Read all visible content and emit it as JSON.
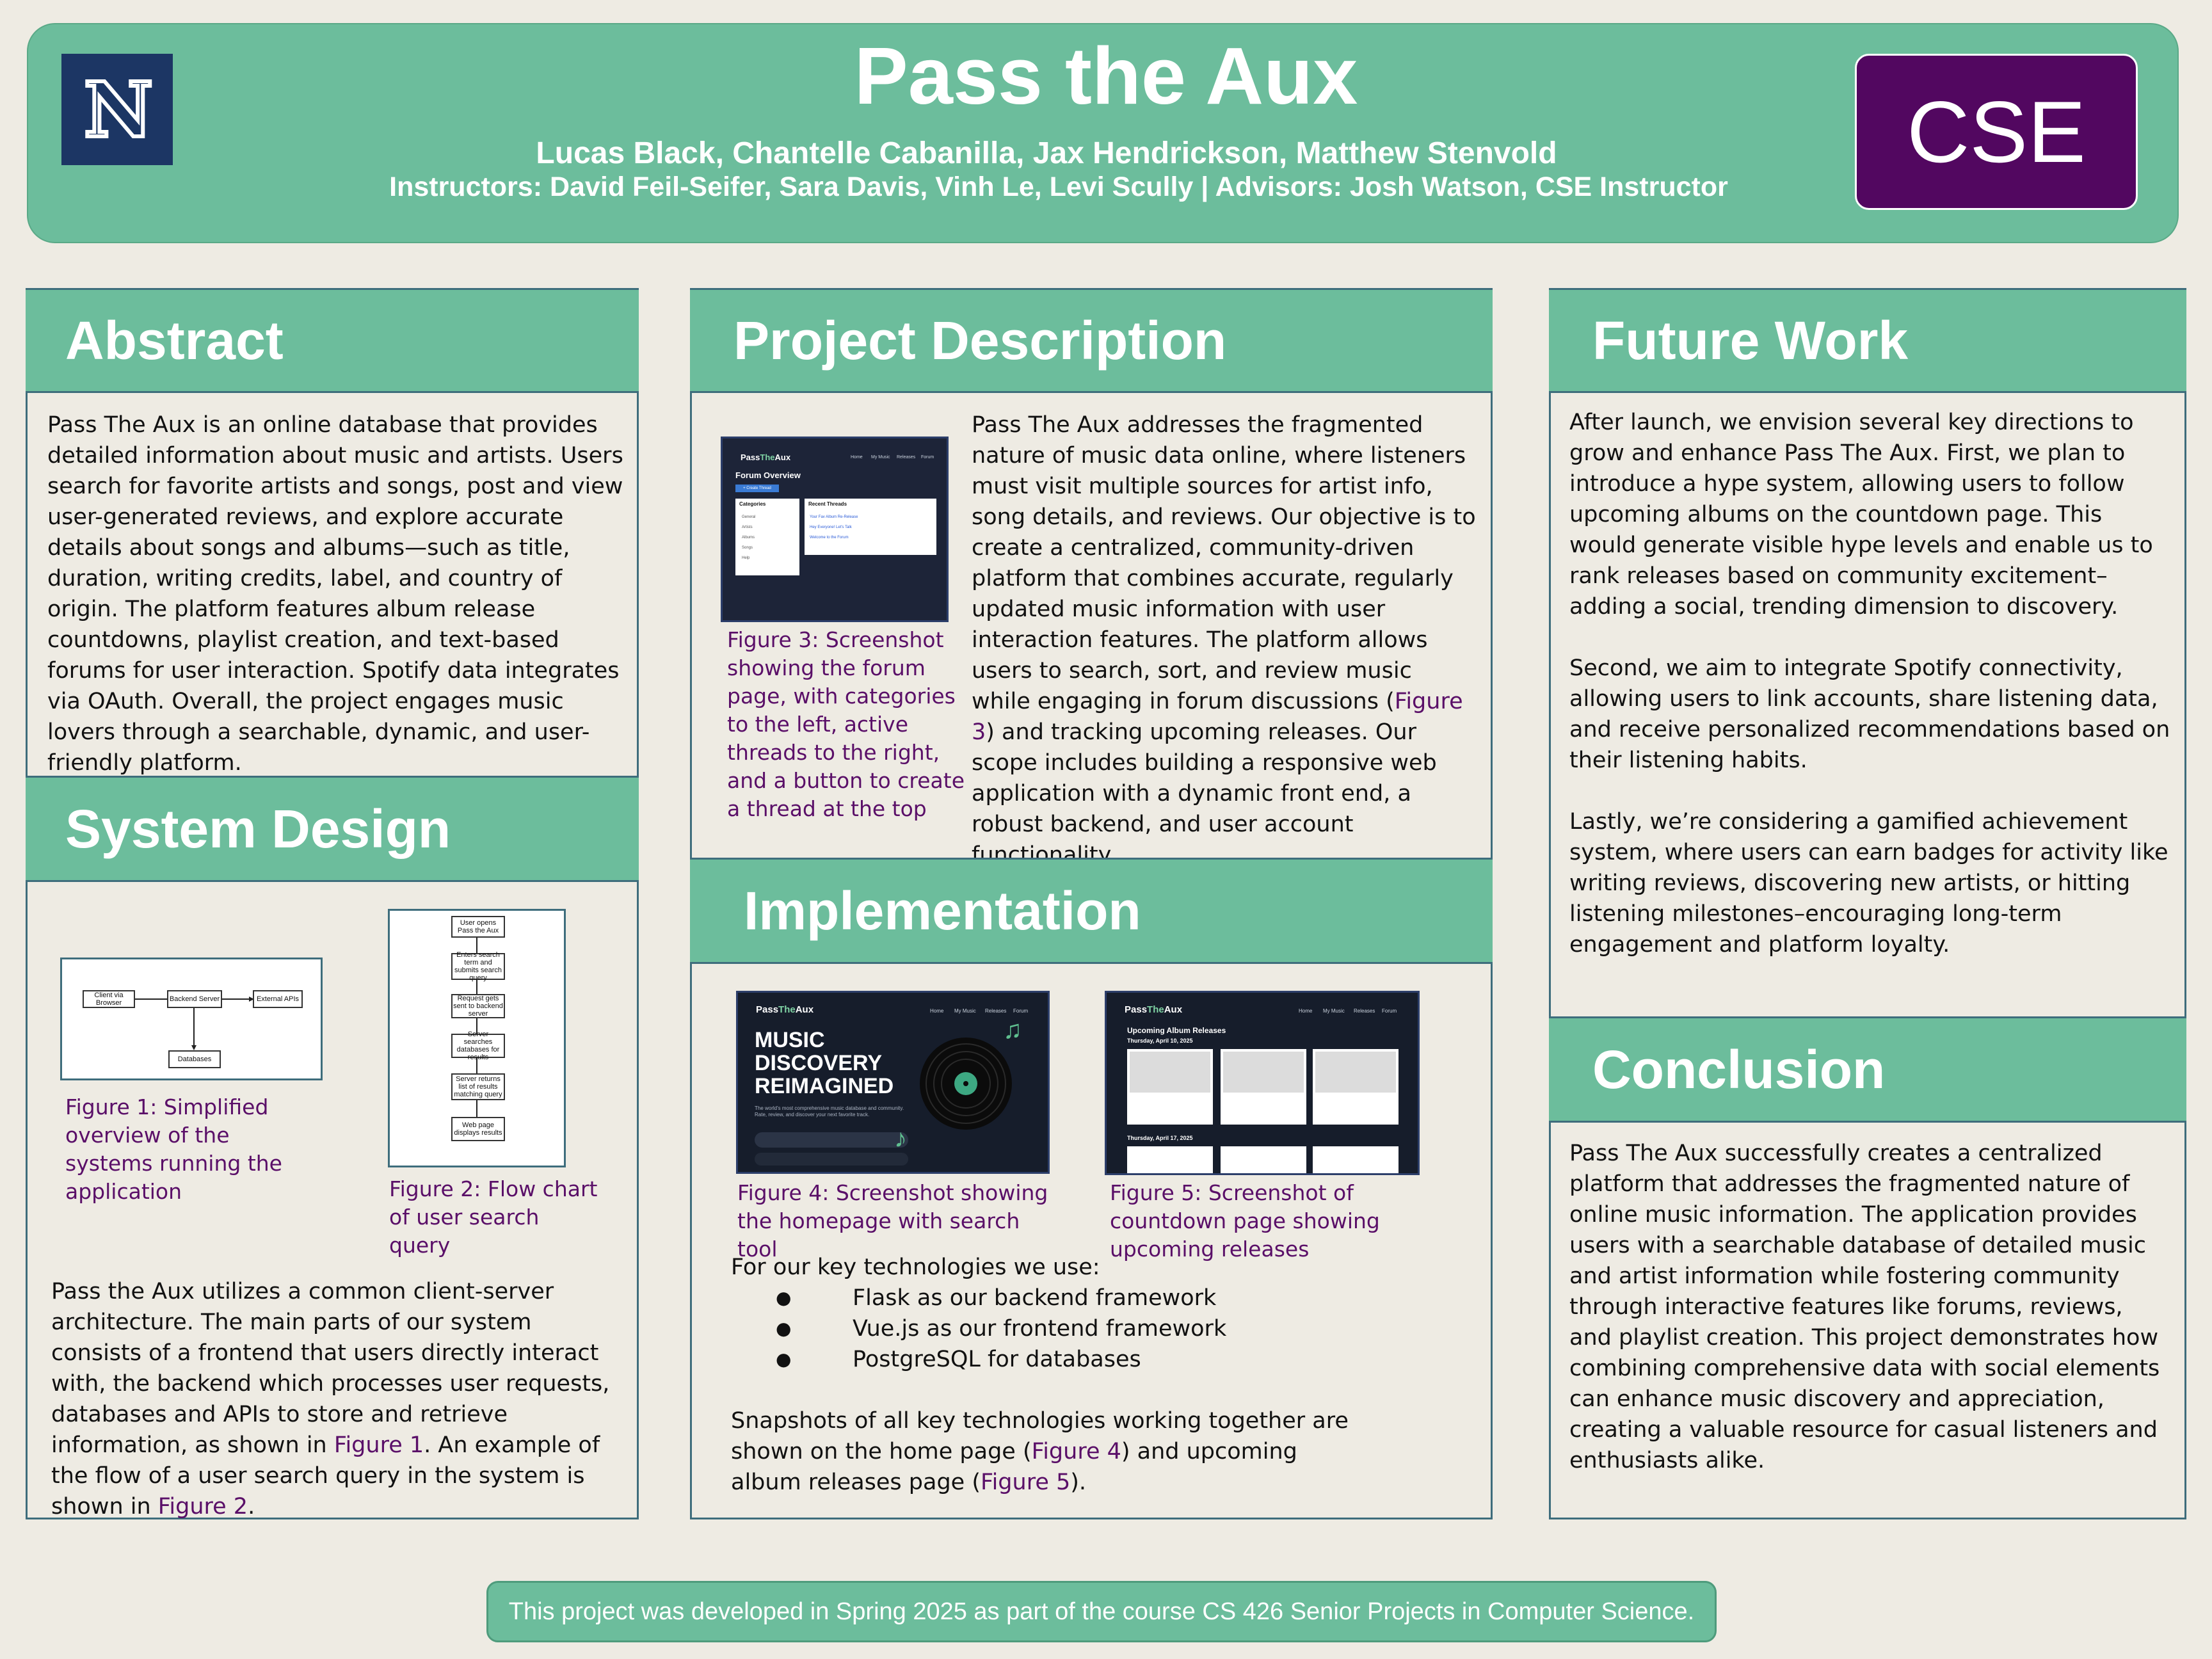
{
  "header": {
    "title": "Pass the Aux",
    "authors": "Lucas Black, Chantelle Cabanilla, Jax Hendrickson, Matthew Stenvold",
    "instructors": "Instructors: David Feil-Seifer, Sara Davis, Vinh Le, Levi Scully | Advisors: Josh Watson, CSE Instructor",
    "unr_logo_text": "N",
    "cse_logo_text": "CSE"
  },
  "abstract": {
    "heading": "Abstract",
    "text": "Pass The Aux is an online database that provides detailed information about music and artists. Users search for favorite artists and songs, post and view user-generated reviews, and explore accurate details about songs and albums—such as title, duration, writing credits, label, and country of origin. The platform features album release countdowns, playlist creation, and text-based forums for user interaction. Spotify data integrates via OAuth. Overall, the project engages music lovers through a searchable, dynamic, and user-friendly platform."
  },
  "system_design": {
    "heading": "System Design",
    "fig1_caption": "Figure 1: Simplified overview of the systems running the application",
    "fig2_caption": "Figure 2: Flow chart of user search query",
    "fig1": {
      "client": "Client via Browser",
      "backend": "Backend Server",
      "external": "External APIs",
      "databases": "Databases"
    },
    "fig2": {
      "steps": [
        "User opens Pass the Aux",
        "Enters search term and submits search query",
        "Request gets sent to backend server",
        "Server searches databases for results",
        "Server returns list of results matching query",
        "Web page displays results"
      ]
    },
    "text_parts": {
      "a": "Pass the Aux utilizes a common client-server architecture. The main parts of our system consists of a frontend that users directly interact with, the backend which processes user requests, databases and APIs to store and retrieve information, as shown in ",
      "ref1": "Figure 1",
      "b": ". An example of the flow of a user search query in the system is shown in ",
      "ref2": "Figure 2",
      "c": "."
    }
  },
  "project_description": {
    "heading": "Project Description",
    "fig3_caption": "Figure 3: Screenshot showing the forum page, with categories to the left, active threads to the right, and a button to create a thread at the top",
    "fig3": {
      "brand_a": "Pass",
      "brand_b": "The",
      "brand_c": "Aux",
      "nav": [
        "Home",
        "My Music",
        "Releases",
        "Forum"
      ],
      "page_title": "Forum Overview",
      "create_button": "+ Create Thread",
      "categories_title": "Categories",
      "categories": [
        "General",
        "Artists",
        "Albums",
        "Songs",
        "Help"
      ],
      "threads_title": "Recent Threads",
      "threads": [
        "Your Fav Album Re-Release",
        "Hey Everyone! Let's Talk",
        "Welcome to the Forum"
      ]
    },
    "text_parts": {
      "a": "Pass The Aux addresses the fragmented nature of music data online, where listeners must visit multiple sources for artist info, song details, and reviews. Our objective is to create a centralized, community-driven platform that combines accurate, regularly updated music information with user interaction features. The platform allows users to search, sort, and review music while engaging in forum discussions (",
      "ref": "Figure 3",
      "b": ") and tracking upcoming releases. Our scope includes building a responsive web application with a dynamic front end, a robust backend, and user account functionality."
    }
  },
  "implementation": {
    "heading": "Implementation",
    "fig4_caption": "Figure 4: Screenshot showing the homepage with search tool",
    "fig5_caption": "Figure 5: Screenshot of countdown page showing upcoming releases",
    "fig4": {
      "hero": [
        "MUSIC",
        "DISCOVERY",
        "REIMAGINED"
      ],
      "sub": "The world's most comprehensive music database and community. Rate, review, and discover your next favorite track."
    },
    "fig5": {
      "page_title": "Upcoming Album Releases",
      "date1": "Thursday, April 10, 2025",
      "date2": "Thursday, April 17, 2025"
    },
    "intro": "For our key technologies we use:",
    "techs": [
      "Flask as our backend framework",
      "Vue.js as our frontend framework",
      "PostgreSQL for databases"
    ],
    "text_parts": {
      "a": "Snapshots of all key technologies working together are shown on the home page (",
      "ref1": "Figure 4",
      "b": ") and upcoming album releases page (",
      "ref2": "Figure 5",
      "c": ")."
    }
  },
  "future_work": {
    "heading": "Future Work",
    "p1": "After launch, we envision several key directions to grow and enhance Pass The Aux. First, we plan to introduce a hype system, allowing users to follow upcoming albums on the countdown page. This would generate visible hype levels and enable us to rank releases based on community excitement– adding a social, trending dimension to discovery.",
    "p2": "Second, we aim to integrate Spotify connectivity, allowing users to link accounts, share listening data, and receive personalized recommendations based on their listening habits.",
    "p3": "Lastly, we’re considering a gamified achievement system, where users can earn badges for activity like writing reviews, discovering new artists, or hitting listening milestones–encouraging long-term engagement and platform loyalty."
  },
  "conclusion": {
    "heading": "Conclusion",
    "text": "Pass The Aux successfully creates a centralized platform that addresses the fragmented nature of online music information. The application provides users with a searchable database of detailed music and artist information while fostering community through interactive features like forums, reviews, and playlist creation. This project demonstrates how combining comprehensive data with social elements can enhance music discovery and appreciation, creating a valuable resource for casual listeners and enthusiasts alike."
  },
  "footer": {
    "text": "This project was developed in Spring 2025 as part of the course CS 426 Senior Projects in Computer Science."
  }
}
